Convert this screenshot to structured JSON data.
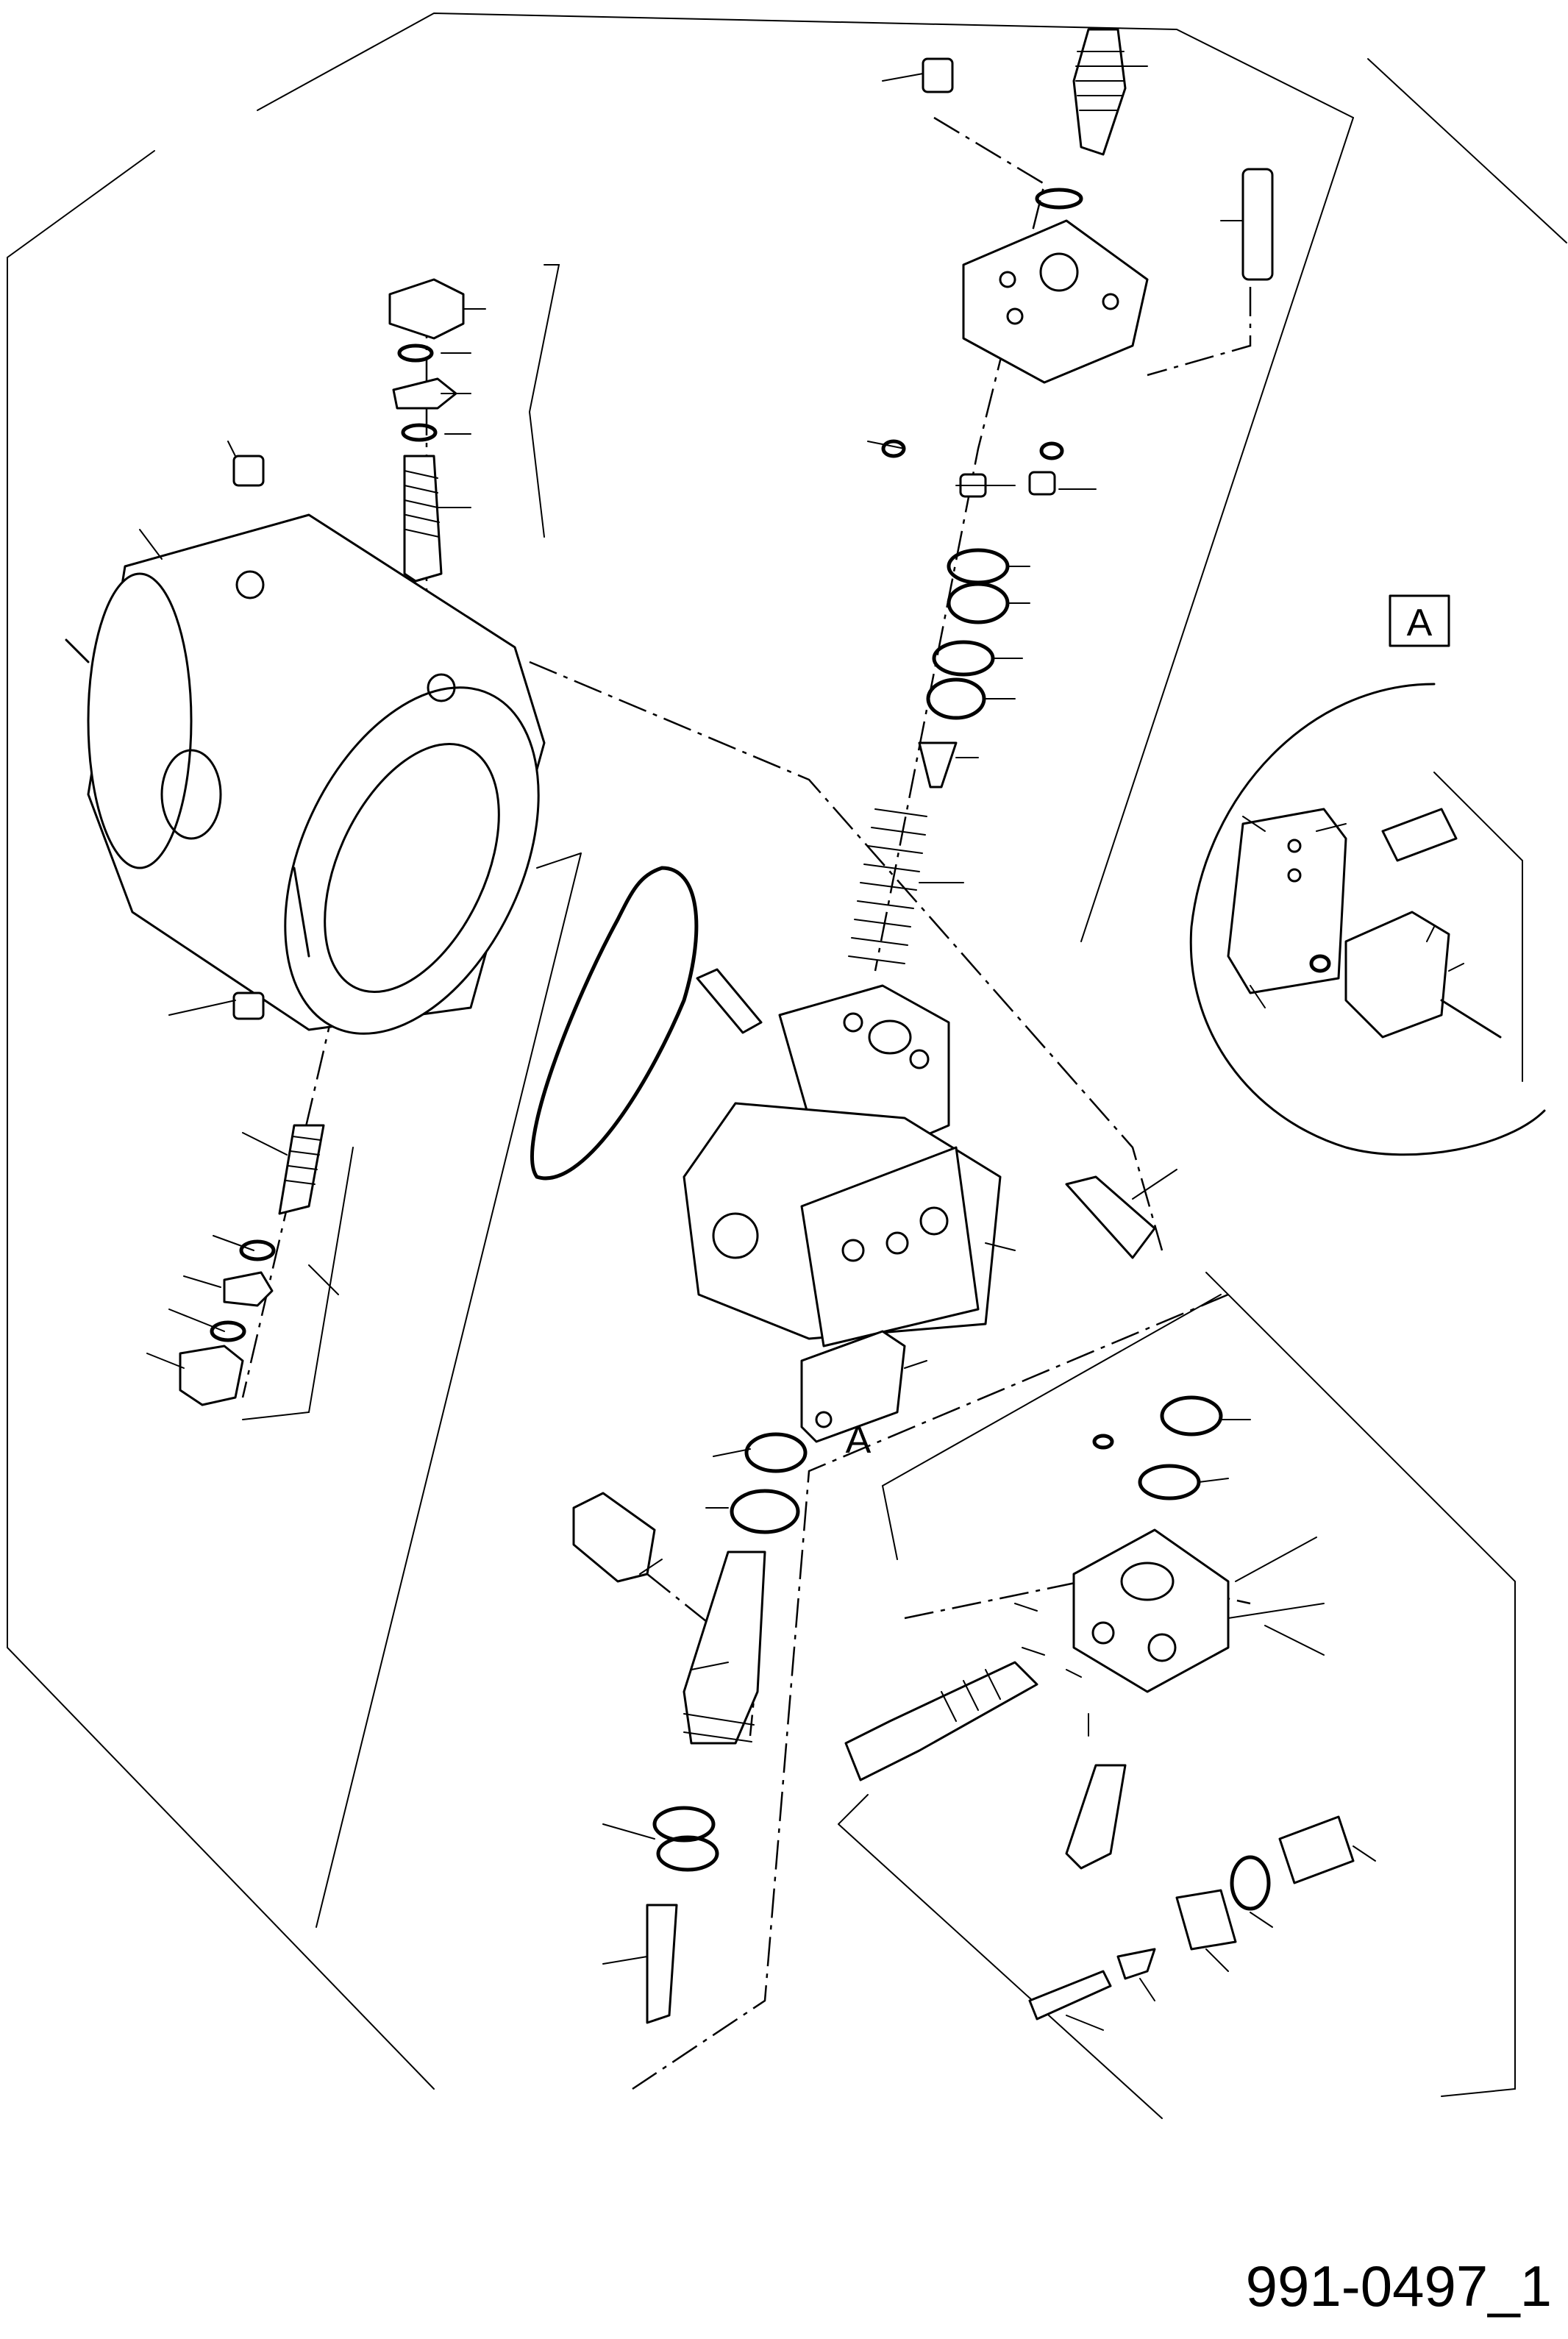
{
  "diagram": {
    "callouts": [
      {
        "id": "detail-box",
        "label": "A"
      },
      {
        "id": "valve-marker",
        "label": "A"
      }
    ],
    "drawing_code": "991-0497_1"
  }
}
